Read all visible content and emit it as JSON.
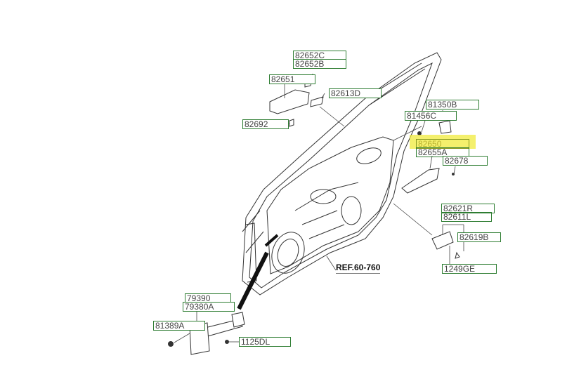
{
  "diagram": {
    "title": "Front Door Handle & Checker Parts Diagram",
    "reference": "REF.60-760",
    "highlight_color": "#f2ee3c",
    "box_color": "#2e7d32",
    "labels": {
      "p82652C": "82652C",
      "p82652B": "82652B",
      "p82651": "82651",
      "p82613D": "82613D",
      "p82692": "82692",
      "p81350B": "81350B",
      "p81456C": "81456C",
      "p82650": "82650",
      "p82655A": "82655A",
      "p82678": "82678",
      "p82621R": "82621R",
      "p82611L": "82611L",
      "p82619B": "82619B",
      "p1249GE": "1249GE",
      "p79390": "79390",
      "p79380A": "79380A",
      "p81389A": "81389A",
      "p1125DL": "1125DL"
    }
  }
}
